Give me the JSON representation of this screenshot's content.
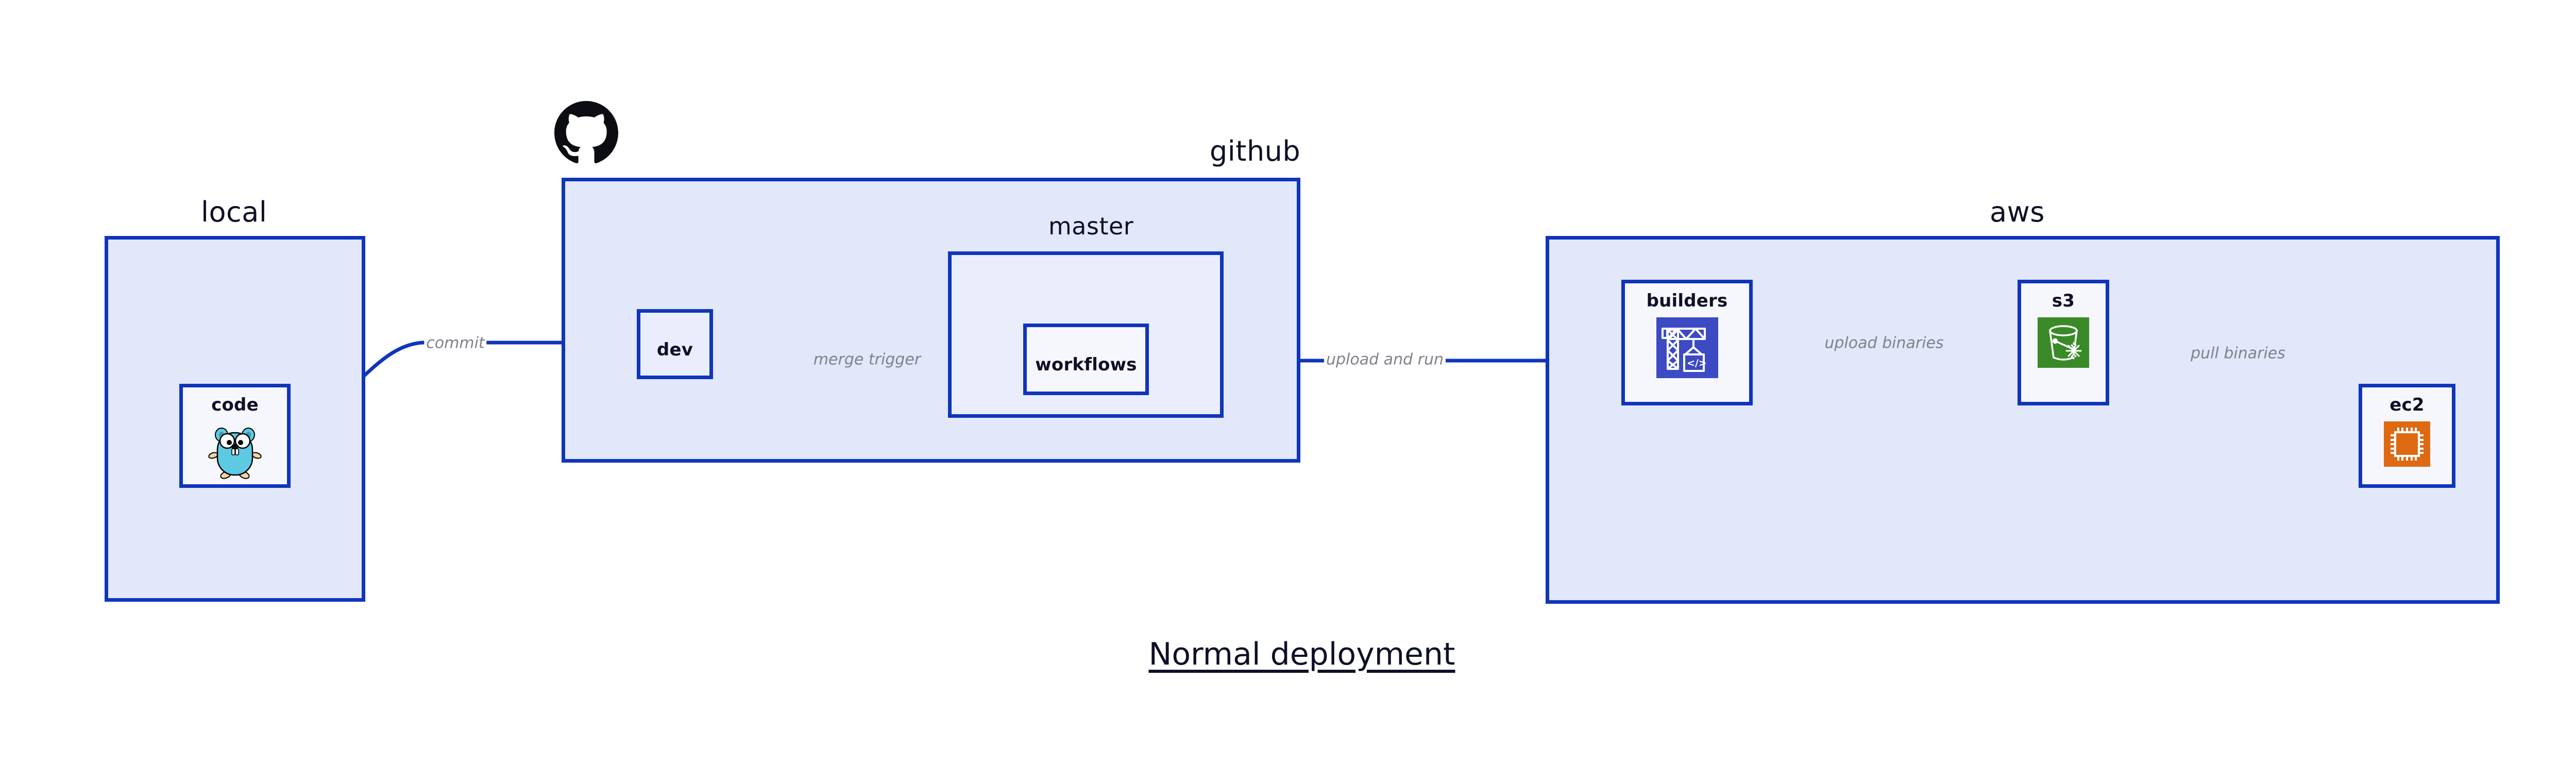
{
  "diagram": {
    "title": "Normal deployment",
    "accent_border": "#0f35bb",
    "group_fill": "#e2e7fa",
    "node_fill": "#eaeefc",
    "edge_label_color": "#808289",
    "text_color": "#0d1026"
  },
  "groups": {
    "local": {
      "label": "local"
    },
    "github": {
      "label": "github"
    },
    "master": {
      "label": "master"
    },
    "aws": {
      "label": "aws"
    }
  },
  "nodes": {
    "code": {
      "label": "code",
      "icon": "go-gopher-icon"
    },
    "dev": {
      "label": "dev",
      "icon": "none"
    },
    "workflows": {
      "label": "workflows",
      "icon": "none"
    },
    "builders": {
      "label": "builders",
      "icon": "aws-codebuild-icon",
      "icon_color": "#3c4ac4"
    },
    "s3": {
      "label": "s3",
      "icon": "aws-s3-glacier-icon",
      "icon_color": "#3a8a28"
    },
    "ec2": {
      "label": "ec2",
      "icon": "aws-ec2-icon",
      "icon_color": "#dd6a12"
    }
  },
  "edges": [
    {
      "id": "commit",
      "label": "commit",
      "from": "code",
      "to": "dev"
    },
    {
      "id": "merge-trigger",
      "label": "merge trigger",
      "from": "dev",
      "to": "workflows"
    },
    {
      "id": "upload-and-run",
      "label": "upload and run",
      "from": "workflows",
      "to": "builders"
    },
    {
      "id": "upload-binaries",
      "label": "upload binaries",
      "from": "builders",
      "to": "s3"
    },
    {
      "id": "pull-binaries",
      "label": "pull binaries",
      "from": "s3",
      "to": "ec2"
    }
  ],
  "logos": {
    "github": "github-octocat-icon"
  }
}
